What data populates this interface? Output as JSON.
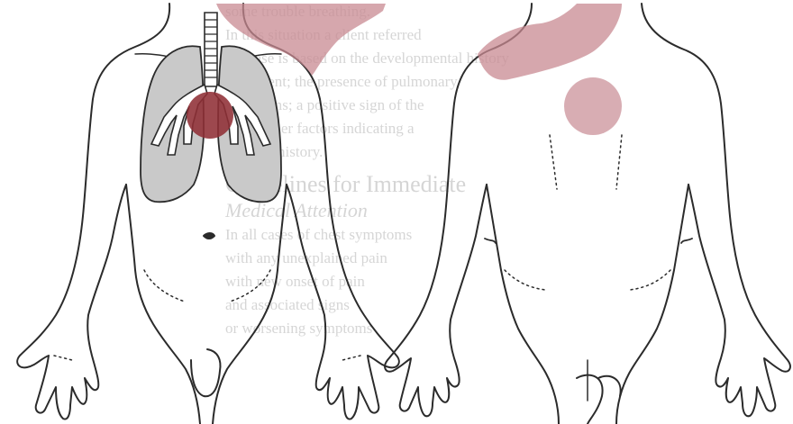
{
  "figure": {
    "fill_color": "#c9c9c9",
    "outline_color": "#2b2b2b",
    "pain_colors": {
      "deep": "#8f2f35",
      "referred": "#b86a74",
      "shoulder": "#c88a92"
    }
  },
  "background_text": {
    "lines": [
      "some trouble breathing.",
      "In this situation a client referred",
      "the case is based on the developmental history",
      "of a client; the presence of pulmonary",
      "symptoms; a positive sign of the",
      "some other factors indicating a",
      "medical history."
    ],
    "heading": "Guidelines for Immediate",
    "subheading": "Medical Attention",
    "body_lines": [
      "In all cases of chest symptoms",
      "with any unexplained pain",
      "with new onset of pain",
      "and associated signs",
      "or worsening symptoms"
    ]
  }
}
